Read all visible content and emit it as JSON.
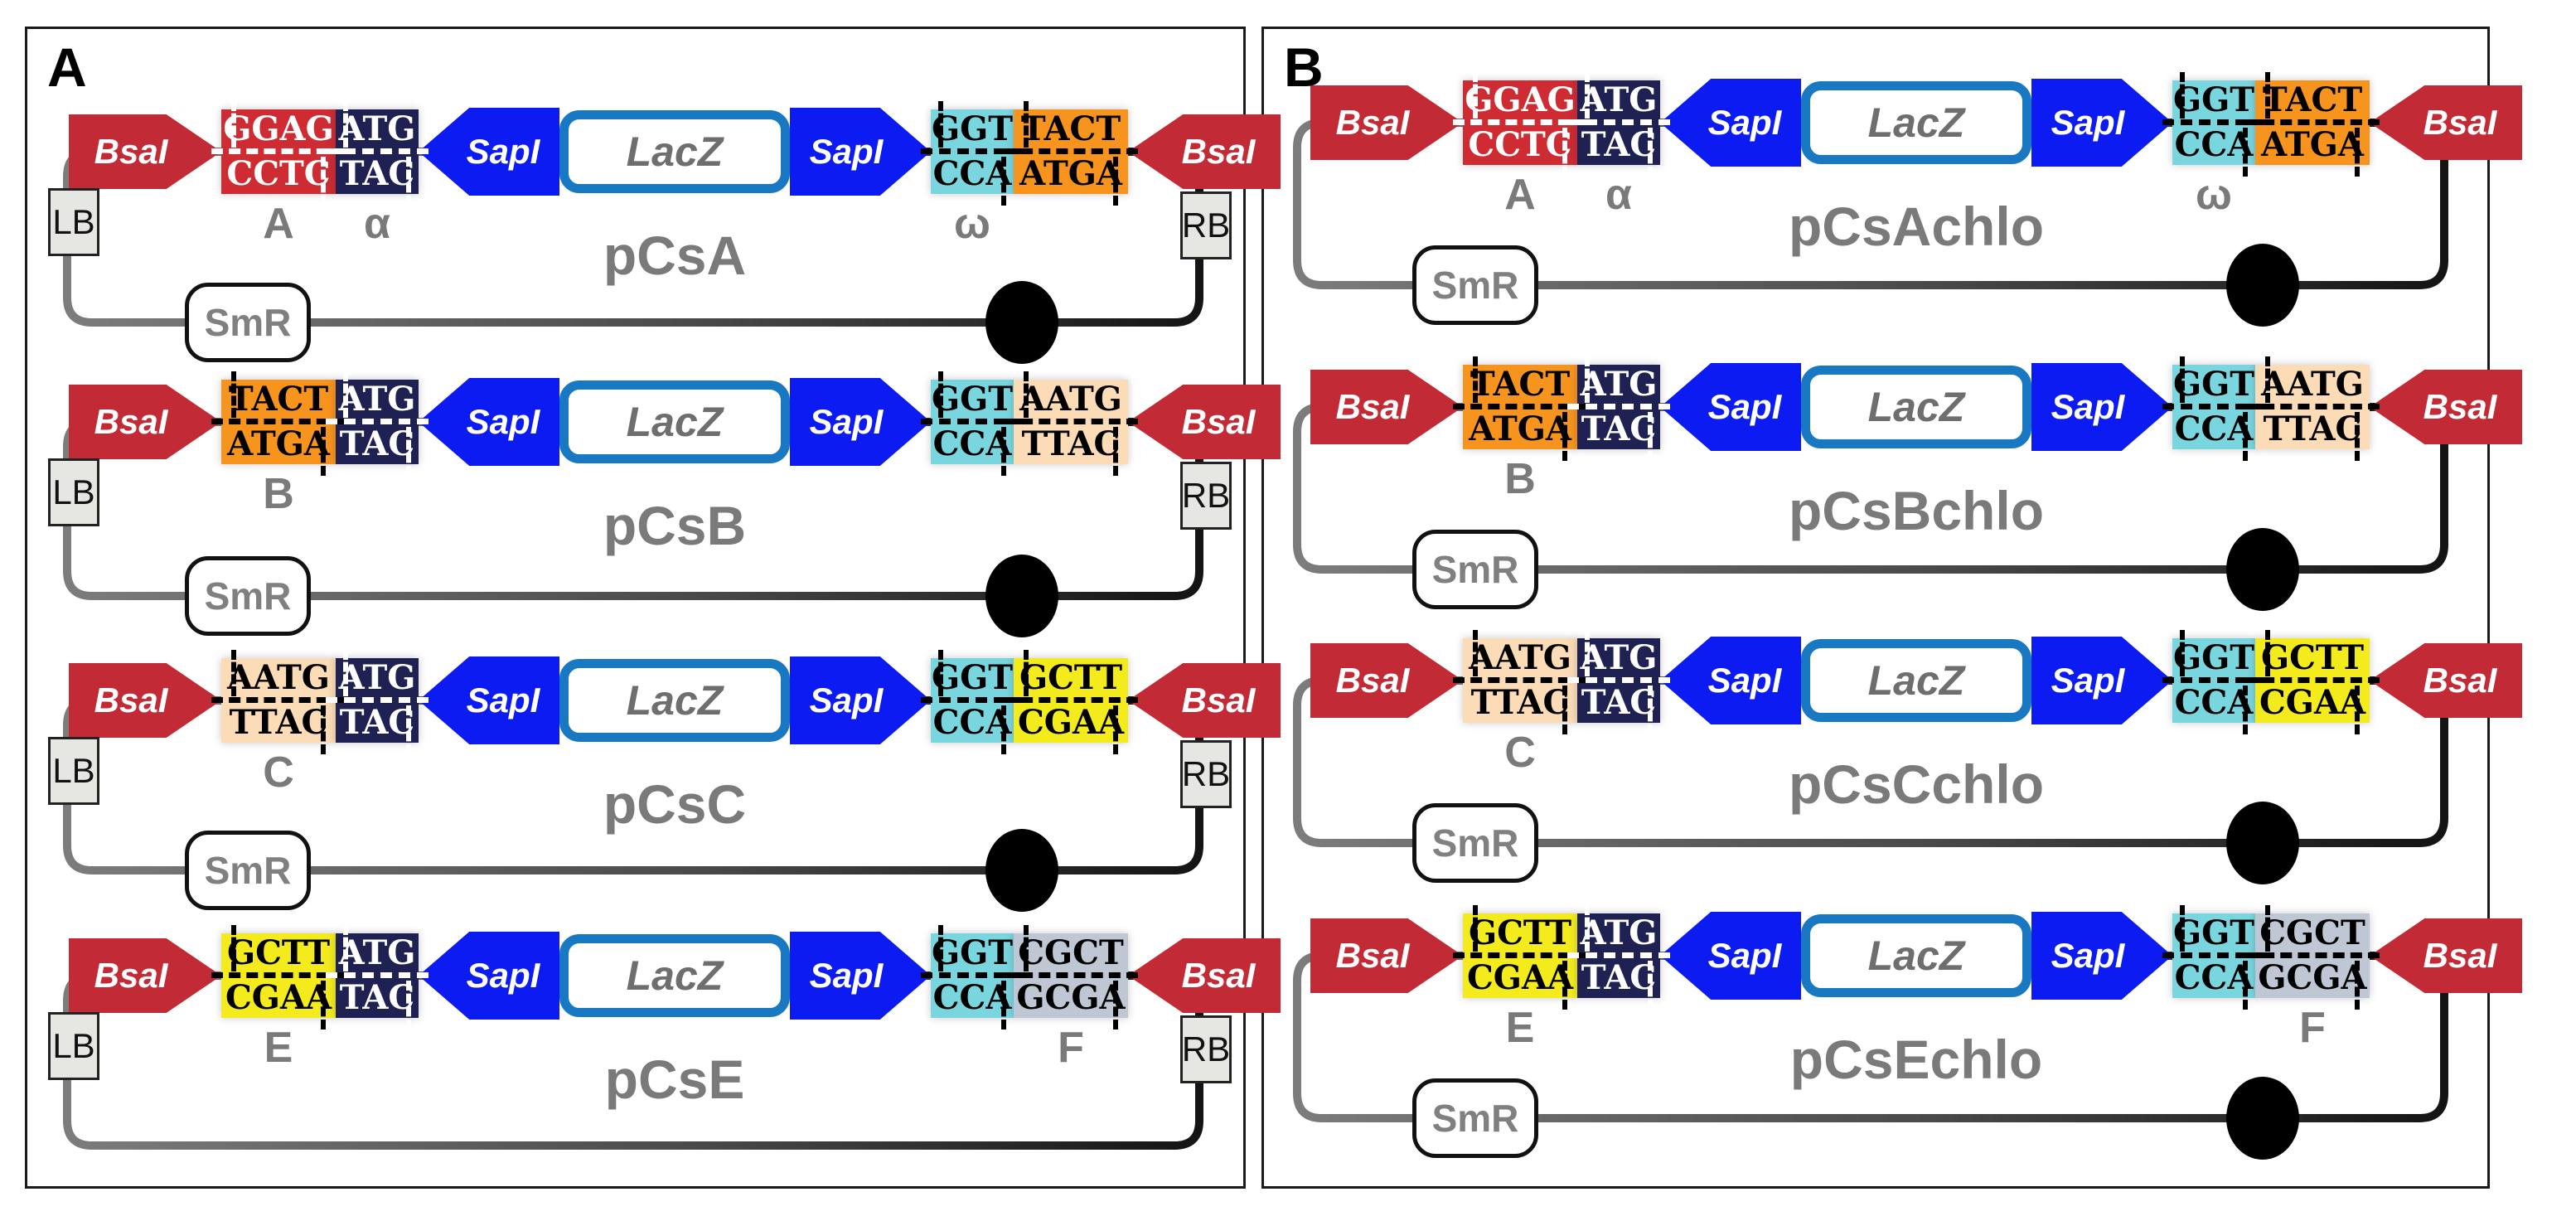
{
  "common": {
    "bsa_site": "BsaI",
    "sap_site": "SapI",
    "lacz": "LacZ",
    "smr": "SmR",
    "left_border": "LB",
    "right_border": "RB"
  },
  "colors": {
    "bsa_red": "#C22B35",
    "seq_red": "#CE2B33",
    "navy": "#1F2152",
    "sap_blue": "#0B1BF2",
    "lacz_blue": "#1878C2",
    "cyan": "#79D6DF",
    "orange": "#F7941E",
    "peach": "#FBDCB6",
    "yellow": "#F3EB1C",
    "slate": "#C0C7D4",
    "label_gray": "#7A7A7A",
    "backbone_left": "#7C7C7C",
    "backbone_right": "#141414"
  },
  "panels": [
    {
      "label": "A",
      "has_tdna_borders": true,
      "constructs": [
        {
          "name": "pCsA",
          "left_seq": {
            "top": "GGAG",
            "bottom": "CCTC",
            "color": "seq_red",
            "dark": true,
            "label": "A"
          },
          "start_seq": {
            "top": "ATG",
            "bottom": "TAC",
            "label": "α"
          },
          "omega_seq": {
            "top": "GGT",
            "bottom": "CCA",
            "label": "ω"
          },
          "right_seq": {
            "top": "TACT",
            "bottom": "ATGA",
            "color": "orange",
            "dark": false,
            "label": ""
          },
          "has_smr": true,
          "has_ori_dot": true
        },
        {
          "name": "pCsB",
          "left_seq": {
            "top": "TACT",
            "bottom": "ATGA",
            "color": "orange",
            "dark": false,
            "label": "B"
          },
          "start_seq": {
            "top": "ATG",
            "bottom": "TAC",
            "label": ""
          },
          "omega_seq": {
            "top": "GGT",
            "bottom": "CCA",
            "label": ""
          },
          "right_seq": {
            "top": "AATG",
            "bottom": "TTAC",
            "color": "peach",
            "dark": false,
            "label": ""
          },
          "has_smr": true,
          "has_ori_dot": true
        },
        {
          "name": "pCsC",
          "left_seq": {
            "top": "AATG",
            "bottom": "TTAC",
            "color": "peach",
            "dark": false,
            "label": "C"
          },
          "start_seq": {
            "top": "ATG",
            "bottom": "TAC",
            "label": ""
          },
          "omega_seq": {
            "top": "GGT",
            "bottom": "CCA",
            "label": ""
          },
          "right_seq": {
            "top": "GCTT",
            "bottom": "CGAA",
            "color": "yellow",
            "dark": false,
            "label": ""
          },
          "has_smr": true,
          "has_ori_dot": true
        },
        {
          "name": "pCsE",
          "left_seq": {
            "top": "GCTT",
            "bottom": "CGAA",
            "color": "yellow",
            "dark": false,
            "label": "E"
          },
          "start_seq": {
            "top": "ATG",
            "bottom": "TAC",
            "label": ""
          },
          "omega_seq": {
            "top": "GGT",
            "bottom": "CCA",
            "label": ""
          },
          "right_seq": {
            "top": "CGCT",
            "bottom": "GCGA",
            "color": "slate",
            "dark": false,
            "label": "F"
          },
          "has_smr": false,
          "has_ori_dot": false
        }
      ]
    },
    {
      "label": "B",
      "has_tdna_borders": false,
      "constructs": [
        {
          "name": "pCsAchlo",
          "left_seq": {
            "top": "GGAG",
            "bottom": "CCTC",
            "color": "seq_red",
            "dark": true,
            "label": "A"
          },
          "start_seq": {
            "top": "ATG",
            "bottom": "TAC",
            "label": "α"
          },
          "omega_seq": {
            "top": "GGT",
            "bottom": "CCA",
            "label": "ω"
          },
          "right_seq": {
            "top": "TACT",
            "bottom": "ATGA",
            "color": "orange",
            "dark": false,
            "label": ""
          },
          "has_smr": true,
          "has_ori_dot": true
        },
        {
          "name": "pCsBchlo",
          "left_seq": {
            "top": "TACT",
            "bottom": "ATGA",
            "color": "orange",
            "dark": false,
            "label": "B"
          },
          "start_seq": {
            "top": "ATG",
            "bottom": "TAC",
            "label": ""
          },
          "omega_seq": {
            "top": "GGT",
            "bottom": "CCA",
            "label": ""
          },
          "right_seq": {
            "top": "AATG",
            "bottom": "TTAC",
            "color": "peach",
            "dark": false,
            "label": ""
          },
          "has_smr": true,
          "has_ori_dot": true
        },
        {
          "name": "pCsCchlo",
          "left_seq": {
            "top": "AATG",
            "bottom": "TTAC",
            "color": "peach",
            "dark": false,
            "label": "C"
          },
          "start_seq": {
            "top": "ATG",
            "bottom": "TAC",
            "label": ""
          },
          "omega_seq": {
            "top": "GGT",
            "bottom": "CCA",
            "label": ""
          },
          "right_seq": {
            "top": "GCTT",
            "bottom": "CGAA",
            "color": "yellow",
            "dark": false,
            "label": ""
          },
          "has_smr": true,
          "has_ori_dot": true
        },
        {
          "name": "pCsEchlo",
          "left_seq": {
            "top": "GCTT",
            "bottom": "CGAA",
            "color": "yellow",
            "dark": false,
            "label": "E"
          },
          "start_seq": {
            "top": "ATG",
            "bottom": "TAC",
            "label": ""
          },
          "omega_seq": {
            "top": "GGT",
            "bottom": "CCA",
            "label": ""
          },
          "right_seq": {
            "top": "CGCT",
            "bottom": "GCGA",
            "color": "slate",
            "dark": false,
            "label": "F"
          },
          "has_smr": true,
          "has_ori_dot": true
        }
      ]
    }
  ]
}
